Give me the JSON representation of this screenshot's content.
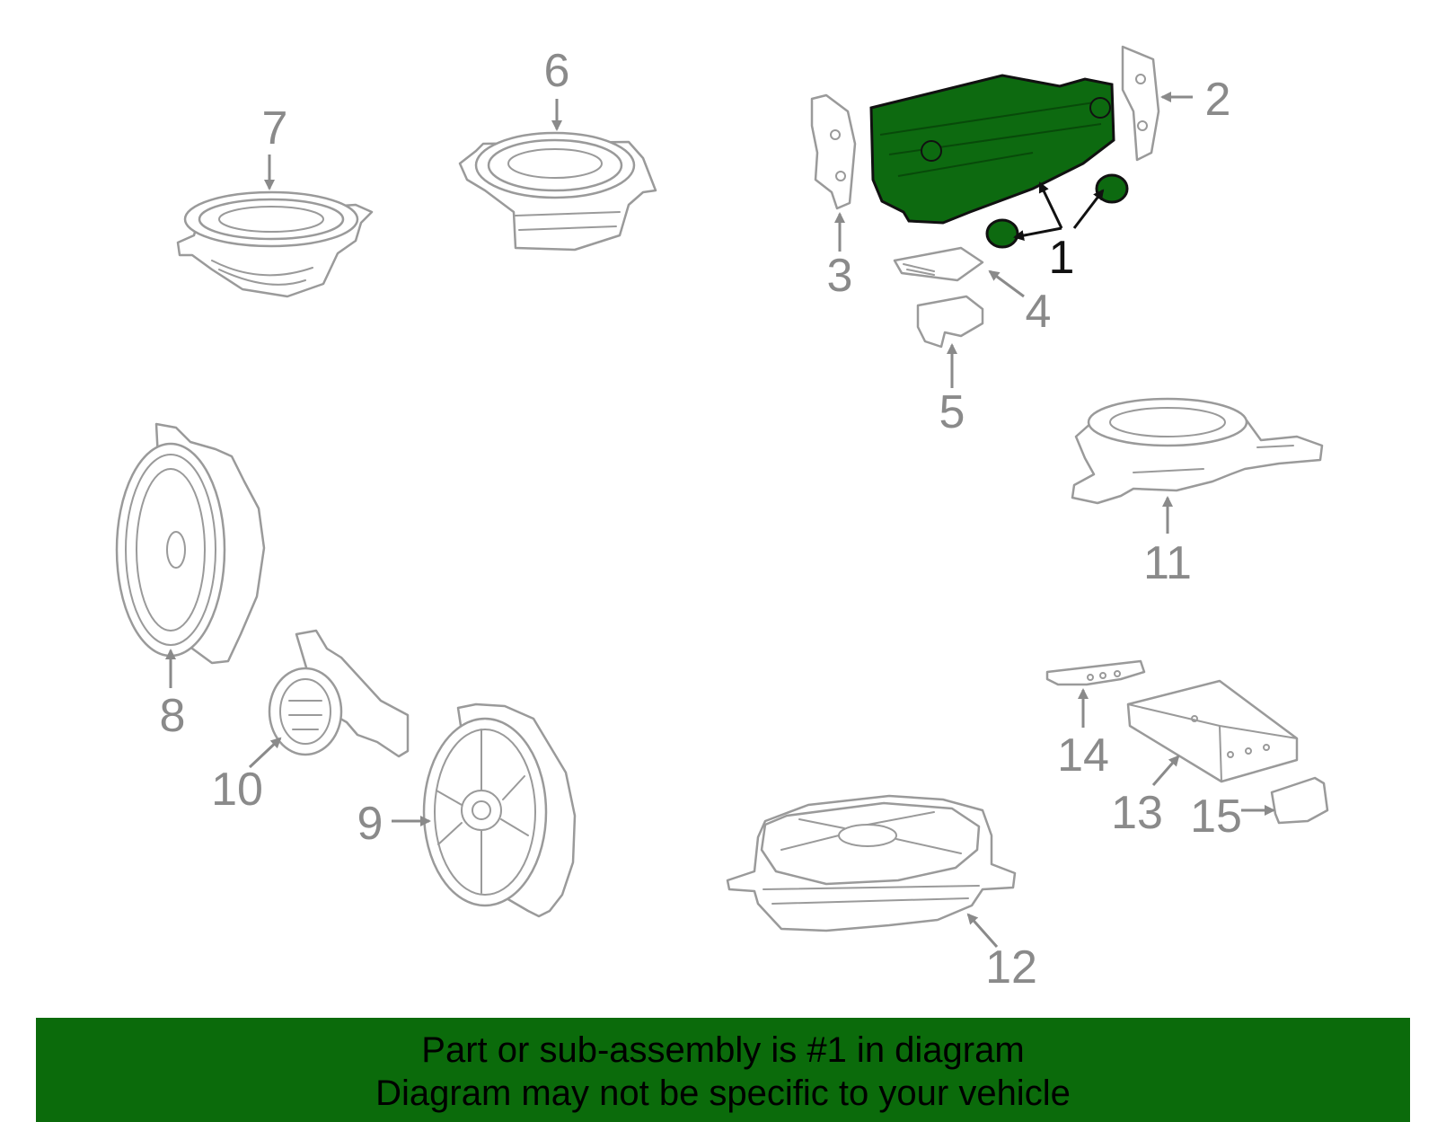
{
  "diagram": {
    "callouts": [
      "1",
      "2",
      "3",
      "4",
      "5",
      "6",
      "7",
      "8",
      "9",
      "10",
      "11",
      "12",
      "13",
      "14",
      "15"
    ],
    "highlighted_part": "1",
    "highlight_color": "#0b6b0b"
  },
  "banner": {
    "line1": "Part or sub-assembly is #1 in diagram",
    "line2": "Diagram may not be specific to your vehicle",
    "background": "#0b6b0b"
  }
}
